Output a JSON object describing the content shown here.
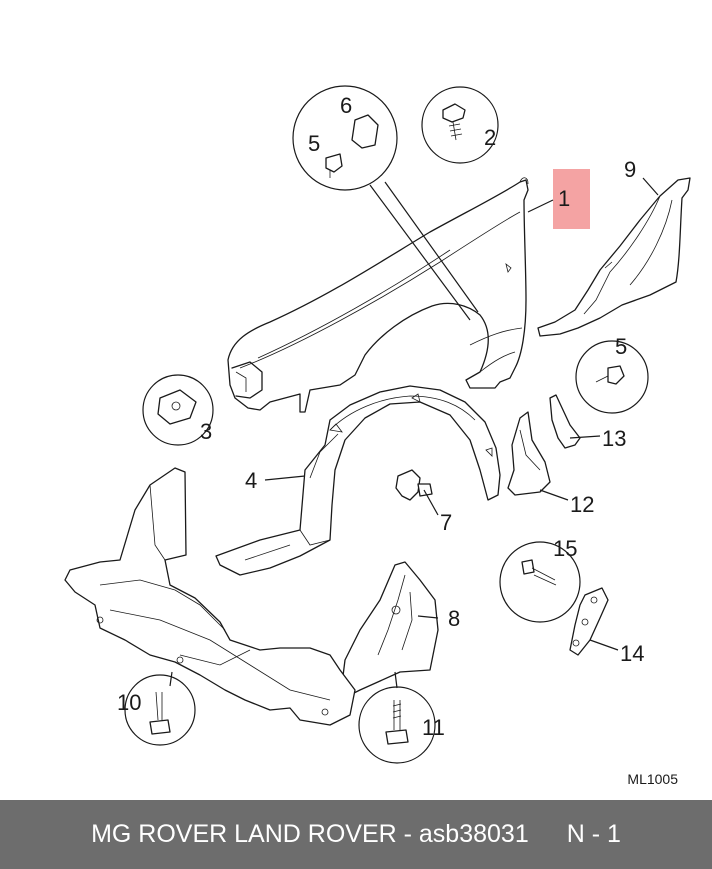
{
  "diagram": {
    "highlight_color": "#f4a3a3",
    "callouts": [
      "1",
      "2",
      "3",
      "4",
      "5",
      "6",
      "7",
      "8",
      "9",
      "10",
      "11",
      "12",
      "13",
      "14",
      "15"
    ],
    "reference_code": "ML1005"
  },
  "footer": {
    "brand": "MG ROVER LAND ROVER - asb38031",
    "page": "N - 1",
    "background": "#6d6d6d"
  }
}
